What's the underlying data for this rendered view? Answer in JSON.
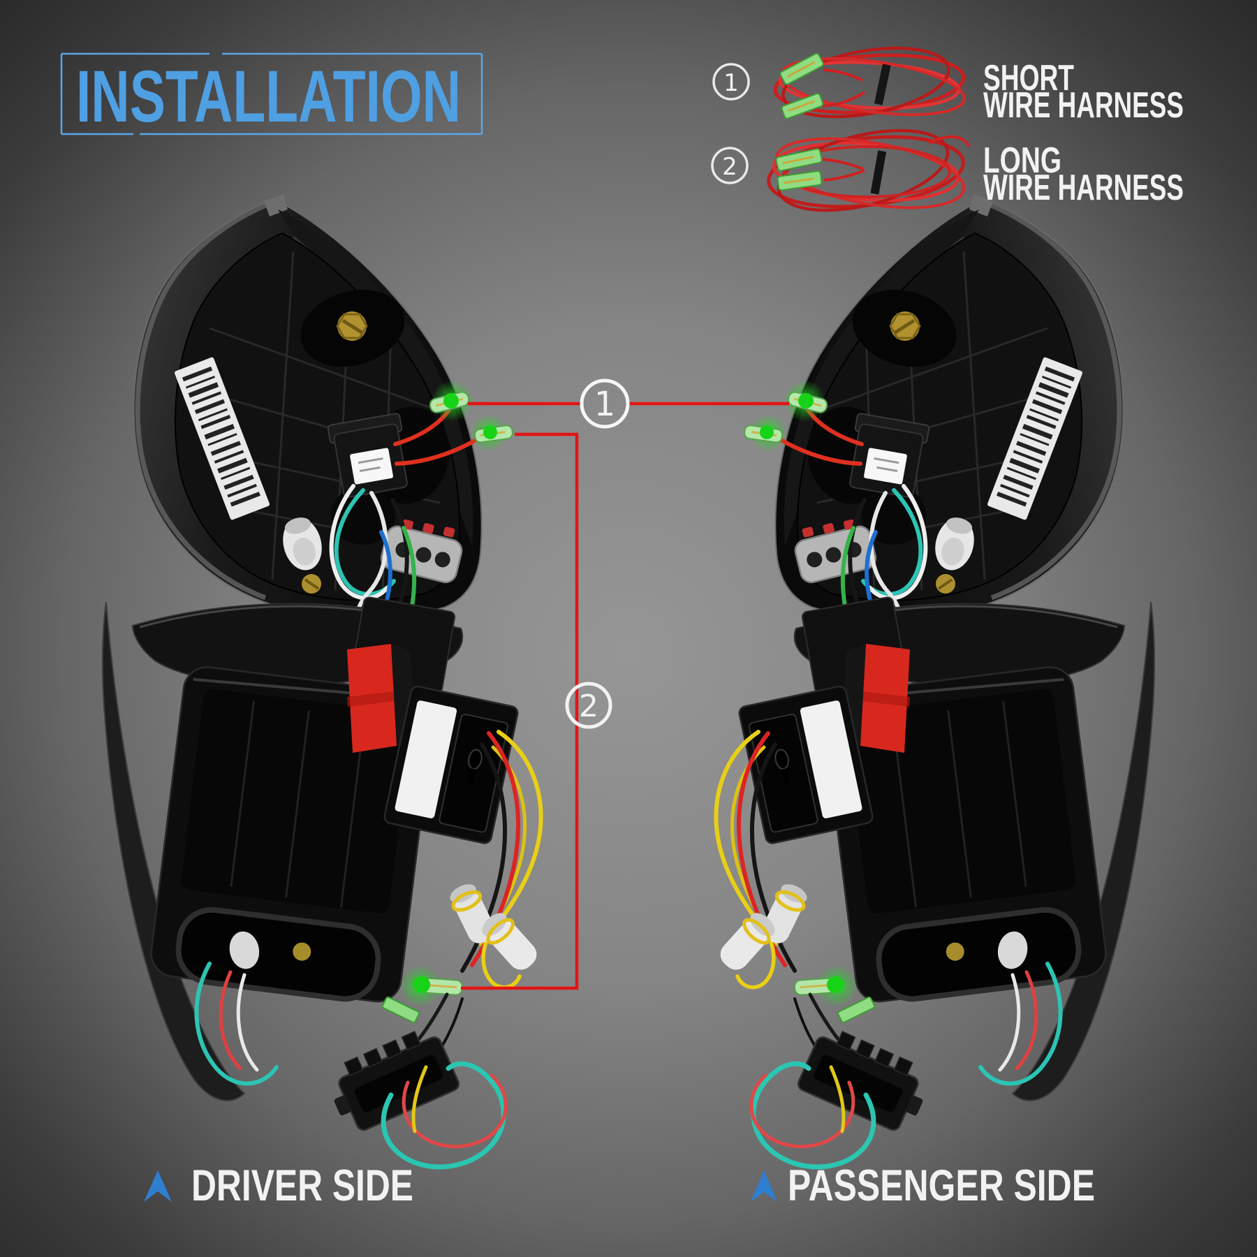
{
  "title": "INSTALLATION",
  "legend": {
    "items": [
      {
        "number": "1",
        "name": "SHORT",
        "type": "WIRE HARNESS"
      },
      {
        "number": "2",
        "name": "LONG",
        "type": "WIRE HARNESS"
      }
    ]
  },
  "callouts": {
    "short_harness": "1",
    "long_harness": "2"
  },
  "labels": {
    "driver": "DRIVER SIDE",
    "passenger": "PASSENGER SIDE"
  },
  "colors": {
    "accent_blue": "#4f9fe3",
    "arrow_blue": "#2e7fd0",
    "callout_red": "#e41414",
    "harness_red": "#d42222",
    "glow_green": "#1bd41b",
    "terminal_green": "#8fdc82",
    "text_white": "#f2f2f2",
    "background_center": "#969696",
    "background_edge": "#252525"
  }
}
